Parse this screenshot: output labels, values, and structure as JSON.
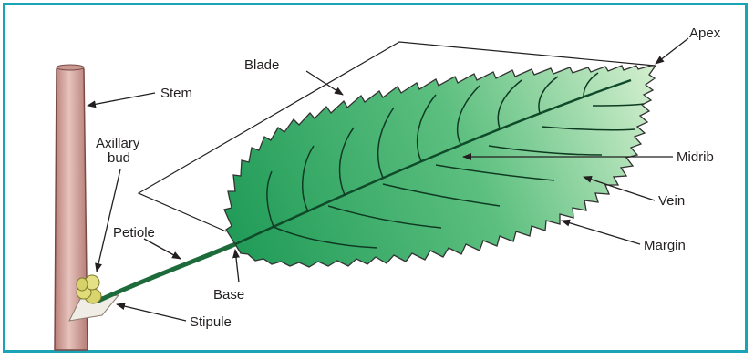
{
  "labels": {
    "apex": "Apex",
    "blade": "Blade",
    "stem": "Stem",
    "axillary_bud_line1": "Axillary",
    "axillary_bud_line2": "bud",
    "midrib": "Midrib",
    "vein": "Vein",
    "petiole": "Petiole",
    "margin": "Margin",
    "base": "Base",
    "stipule": "Stipule"
  },
  "colors": {
    "frame": "#1aa3b5",
    "stem": "#d4a6a0",
    "leaf_dark": "#1f9a57",
    "leaf_light": "#d6f0d0",
    "midrib": "#0f4a2a",
    "bud": "#e0dc7a",
    "stipule": "#f0ede6"
  }
}
